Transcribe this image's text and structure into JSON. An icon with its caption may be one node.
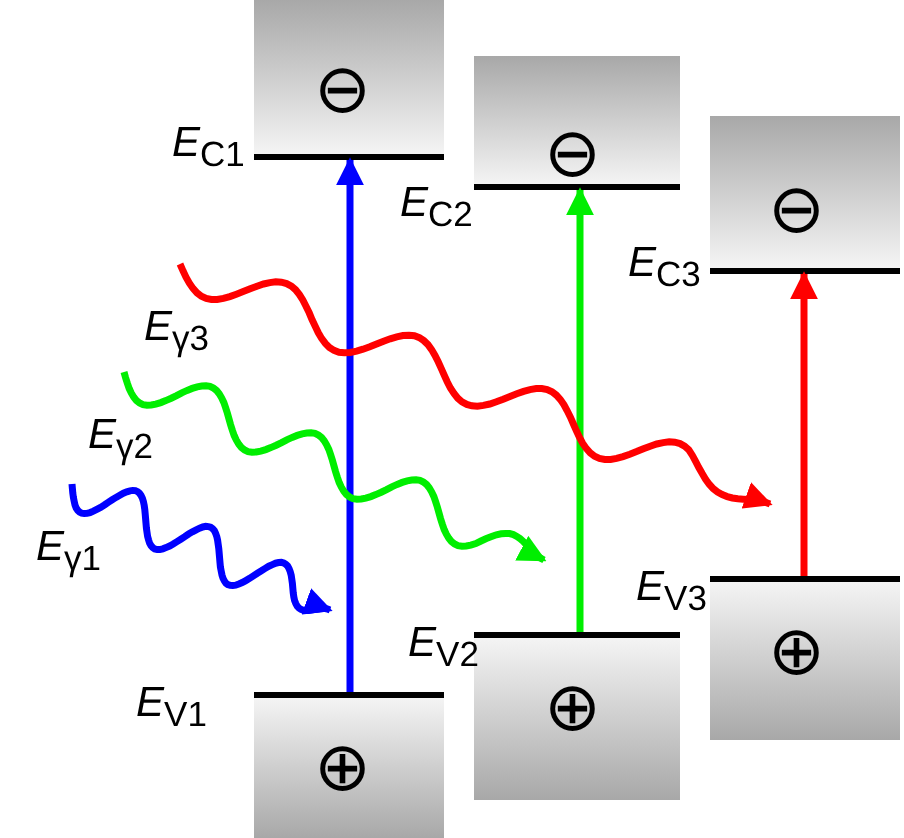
{
  "diagram": {
    "nodes": [
      {
        "text": [
          "⊖"
        ],
        "beside": [
          "*E*$_{C1}$"
        ]
      },
      {
        "text": [
          "⊕"
        ],
        "beside": [
          "*E*$_{V1}$"
        ]
      },
      {
        "text": [
          "⊖"
        ],
        "beside": [
          "*E*$_{C2}$"
        ]
      },
      {
        "text": [
          "⊕"
        ],
        "beside": [
          "*E*$_{V2}$"
        ]
      },
      {
        "text": [
          "⊖"
        ],
        "beside": [
          "*E*$_{C3}$"
        ]
      },
      {
        "text": [
          "⊕"
        ],
        "beside": [
          "*E*$_{V3}$"
        ]
      },
      {
        "text": [
          "*E*$_{γ1}$"
        ]
      },
      {
        "text": [
          "*E*$_{γ2}$"
        ]
      },
      {
        "text": [
          "*E*$_{γ3}$"
        ]
      }
    ],
    "edges": [
      {
        "from": 1,
        "to": 0,
        "arrow": "to",
        "color": "#0000ff"
      },
      {
        "from": 3,
        "to": 2,
        "arrow": "to",
        "color": "#00ee00"
      },
      {
        "from": 5,
        "to": 4,
        "arrow": "to",
        "color": "#ff0000"
      },
      {
        "from": 6,
        "to": null,
        "arrow": "to",
        "color": "#0000ff"
      },
      {
        "from": 7,
        "to": null,
        "arrow": "to",
        "color": "#00ee00"
      },
      {
        "from": 8,
        "to": null,
        "arrow": "to",
        "color": "#ff0000"
      }
    ]
  }
}
